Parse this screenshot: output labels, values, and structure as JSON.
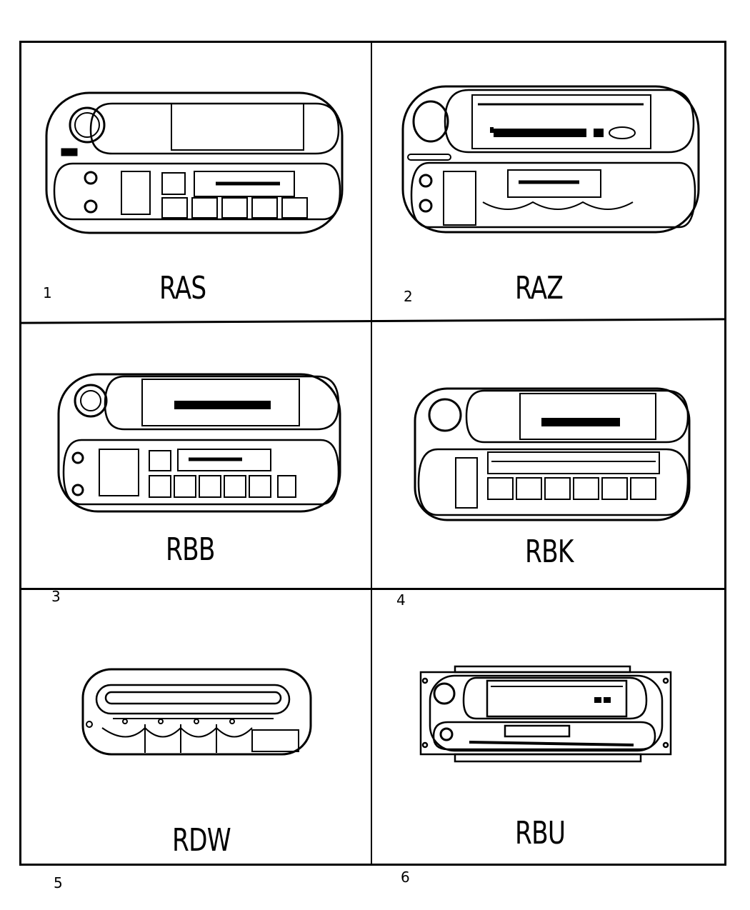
{
  "diagram": {
    "type": "parts-illustration-grid",
    "layout": {
      "rows": 3,
      "columns": 2,
      "border_color": "#000000",
      "background": "#ffffff"
    },
    "items": [
      {
        "index": "1",
        "code": "RAS",
        "component": "radio-head-unit",
        "variant": "radio-cassette-with-display"
      },
      {
        "index": "2",
        "code": "RAZ",
        "component": "radio-head-unit",
        "variant": "radio-cd-cassette-with-display"
      },
      {
        "index": "3",
        "code": "RBB",
        "component": "radio-head-unit",
        "variant": "radio-cassette-with-display"
      },
      {
        "index": "4",
        "code": "RBK",
        "component": "radio-head-unit",
        "variant": "radio-cd-with-display"
      },
      {
        "index": "5",
        "code": "RDW",
        "component": "cd-changer-unit",
        "variant": "cd-slot-with-buttons"
      },
      {
        "index": "6",
        "code": "RBU",
        "component": "radio-head-unit",
        "variant": "radio-cd-cassette-with-mounting-bracket"
      }
    ]
  }
}
